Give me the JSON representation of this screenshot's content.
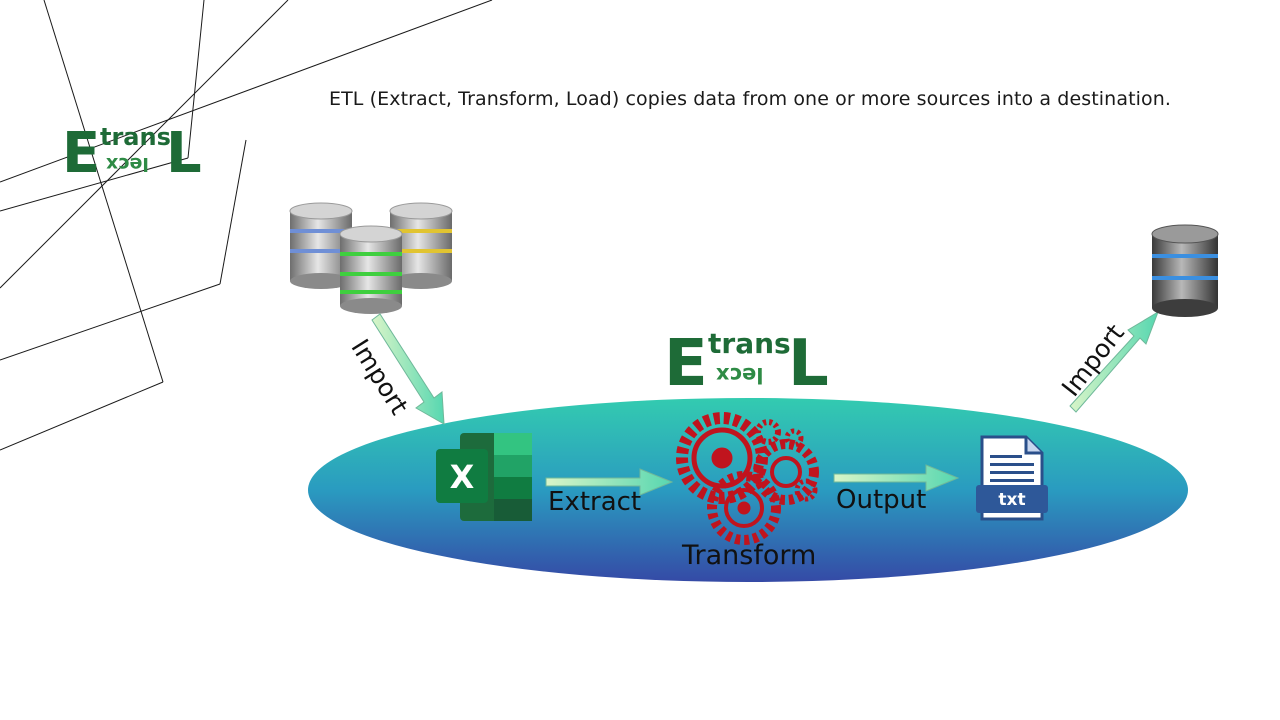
{
  "caption": "ETL (Extract,  Transform, Load) copies data from one or more sources into a destination.",
  "logo": {
    "letter_left": "E",
    "letter_right": "L",
    "top_word": "trans",
    "bottom_word_mirrored": "lecx"
  },
  "flow": {
    "import_in": "Import",
    "extract": "Extract",
    "transform": "Transform",
    "output": "Output",
    "import_out": "Import"
  },
  "icons": {
    "sources": "database-stack-icon",
    "excel": "excel-icon",
    "excel_letter": "X",
    "gears": "gears-icon",
    "file": "txt-file-icon",
    "file_label": "txt",
    "destination": "database-icon"
  },
  "colors": {
    "logo_green": "#1e6b37",
    "gear_red": "#c0141e",
    "arrow_green": "#9be7b8",
    "ellipse_top": "#34c7b0",
    "ellipse_bottom": "#3551a8"
  }
}
